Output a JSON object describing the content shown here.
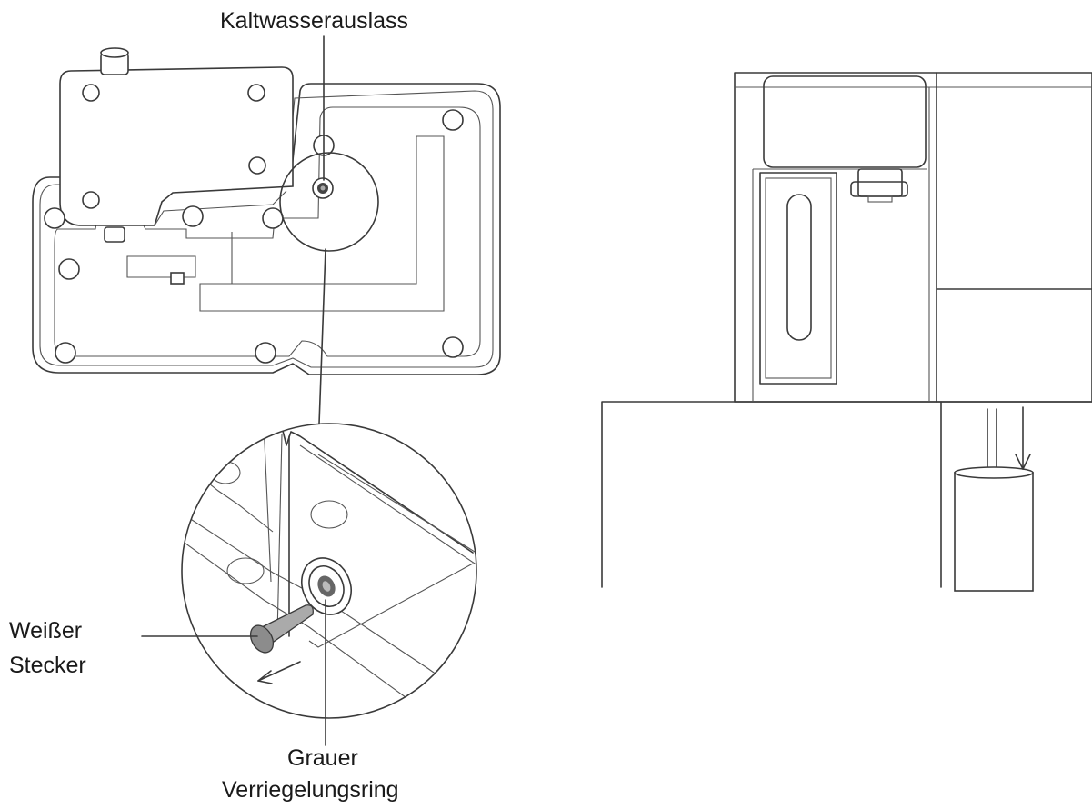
{
  "labels": {
    "cold_water_outlet": "Kaltwasserauslass",
    "white_plug_line1": "Weißer",
    "white_plug_line2": "Stecker",
    "grey_ring_line1": "Grauer",
    "grey_ring_line2": "Verriegelungsring"
  },
  "colors": {
    "line": "#3a3a3a",
    "plug_fill": "#9a9a9a",
    "background": "#ffffff"
  }
}
